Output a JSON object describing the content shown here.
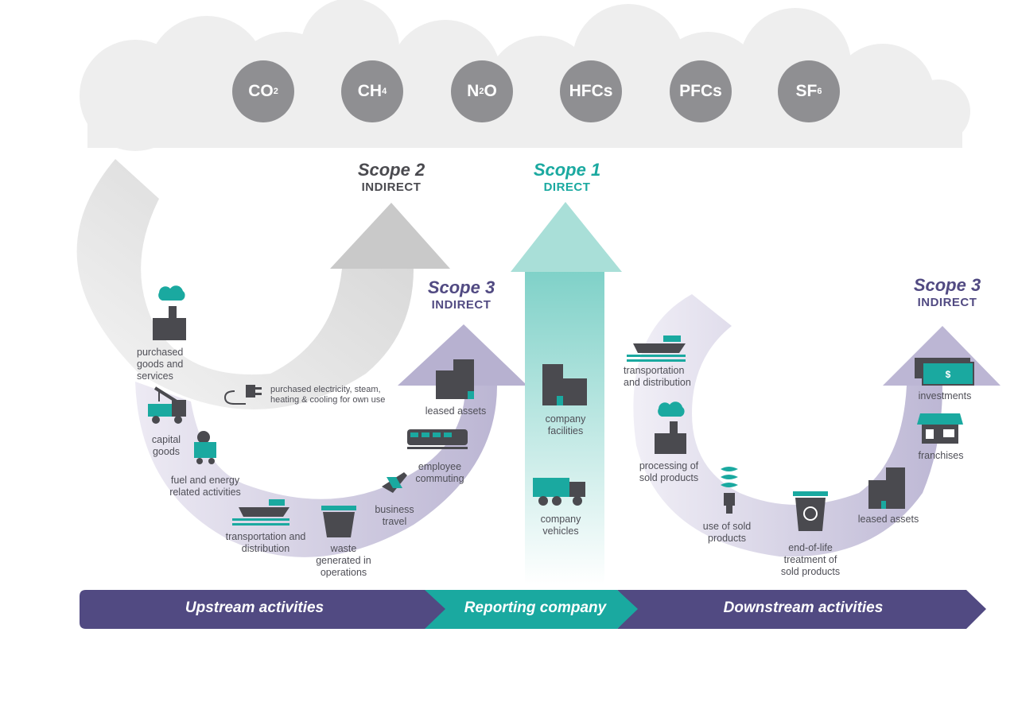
{
  "gases": [
    {
      "base": "CO",
      "sub": "2"
    },
    {
      "base": "CH",
      "sub": "4"
    },
    {
      "base": "N",
      "sub": "2",
      "tail": "O"
    },
    {
      "base": "HFCs",
      "sub": ""
    },
    {
      "base": "PFCs",
      "sub": ""
    },
    {
      "base": "SF",
      "sub": "6"
    }
  ],
  "scopes": {
    "scope2": {
      "title": "Scope 2",
      "subtitle": "INDIRECT"
    },
    "scope1": {
      "title": "Scope 1",
      "subtitle": "DIRECT"
    },
    "scope3_up": {
      "title": "Scope 3",
      "subtitle": "INDIRECT"
    },
    "scope3_down": {
      "title": "Scope 3",
      "subtitle": "INDIRECT"
    }
  },
  "upstream": {
    "purchased_goods": "purchased goods and services",
    "capital_goods": "capital goods",
    "fuel_energy": "fuel and energy related activities",
    "transport": "transportation and distribution",
    "waste": "waste generated in operations",
    "business_travel": "business travel",
    "commuting": "employee commuting",
    "leased_assets": "leased assets"
  },
  "scope2_item": "purchased electricity, steam, heating & cooling for own use",
  "company": {
    "facilities": "company facilities",
    "vehicles": "company vehicles"
  },
  "downstream": {
    "transport": "transportation and distribution",
    "processing": "processing of sold products",
    "use": "use of sold products",
    "end_of_life": "end-of-life treatment of sold products",
    "leased_assets": "leased assets",
    "franchises": "franchises",
    "investments": "investments"
  },
  "bands": {
    "upstream": "Upstream activities",
    "reporting": "Reporting company",
    "downstream": "Downstream activities"
  },
  "colors": {
    "teal": "#1aa9a0",
    "purple": "#514a82",
    "grey": "#8f8f92",
    "dark": "#4a4a4f"
  }
}
